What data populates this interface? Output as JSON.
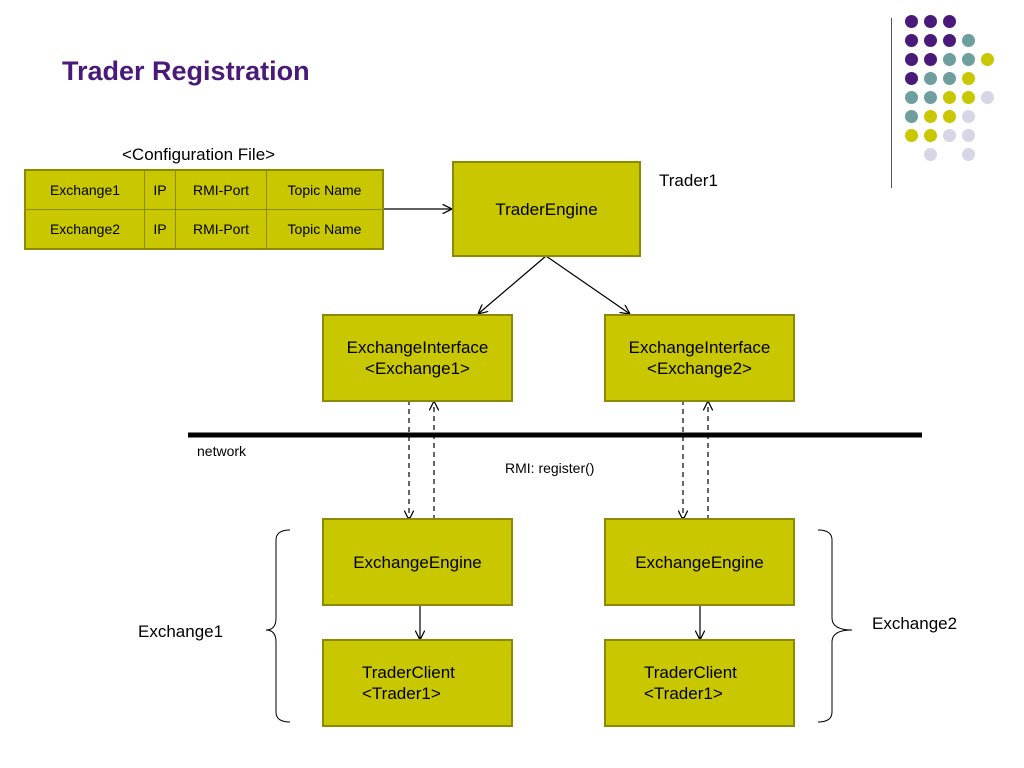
{
  "title": "Trader Registration",
  "config": {
    "label": "<Configuration File>",
    "rows": [
      [
        "Exchange1",
        "IP",
        "RMI-Port",
        "Topic Name"
      ],
      [
        "Exchange2",
        "IP",
        "RMI-Port",
        "Topic Name"
      ]
    ]
  },
  "trader_label": "Trader1",
  "trader_engine": "TraderEngine",
  "iface1": "ExchangeInterface\n<Exchange1>",
  "iface2": "ExchangeInterface\n<Exchange2>",
  "network_label": "network",
  "rmi_label": "RMI: register()",
  "engine1": "ExchangeEngine",
  "engine2": "ExchangeEngine",
  "client1": "TraderClient\n<Trader1>",
  "client2": "TraderClient\n<Trader1>",
  "exchange1_label": "Exchange1",
  "exchange2_label": "Exchange2",
  "colors": {
    "box_fill": "#c9c700",
    "box_border": "#8c8a00",
    "title": "#4a1a7a",
    "dot_purple": "#4a1a7a",
    "dot_teal": "#6f9e9e",
    "dot_yellow": "#c9c700",
    "dot_lavender": "#d6d6e6"
  },
  "decor_dots": [
    [
      "purple",
      "purple",
      "purple",
      ""
    ],
    [
      "purple",
      "purple",
      "purple",
      "teal"
    ],
    [
      "purple",
      "purple",
      "teal",
      "teal",
      "yellow"
    ],
    [
      "purple",
      "teal",
      "teal",
      "yellow"
    ],
    [
      "teal",
      "teal",
      "yellow",
      "yellow",
      "lavender"
    ],
    [
      "teal",
      "yellow",
      "yellow",
      "lavender"
    ],
    [
      "yellow",
      "yellow",
      "lavender",
      "lavender"
    ],
    [
      "",
      "lavender",
      "",
      "lavender"
    ]
  ]
}
